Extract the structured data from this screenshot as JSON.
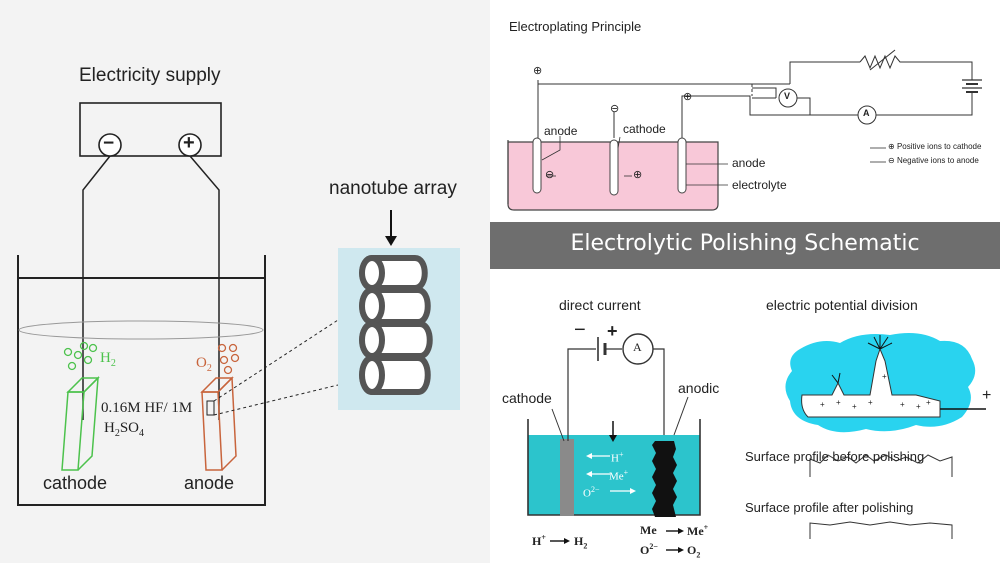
{
  "left_panel": {
    "supply_label": "Electricity supply",
    "minus_symbol": "−",
    "plus_symbol": "+",
    "nanotube_label": "nanotube array",
    "h2_label": "H",
    "h2_sub": "2",
    "o2_label": "O",
    "o2_sub": "2",
    "electrolyte_line1": "0.16M HF/ 1M",
    "electrolyte_line2_a": "H",
    "electrolyte_line2_sub1": "2",
    "electrolyte_line2_b": "SO",
    "electrolyte_line2_sub2": "4",
    "cathode_label": "cathode",
    "anode_label": "anode",
    "colors": {
      "background": "#f3f3f3",
      "cathode": "#4cc24c",
      "anode": "#c8643c",
      "nanotube_bg": "#cfe8ef"
    }
  },
  "top_right": {
    "title": "Electroplating Principle",
    "plus_marker": "⊕",
    "minus_marker": "⊖",
    "anode_left_label": "anode",
    "cathode_label": "cathode",
    "anode_right_label": "anode",
    "electrolyte_label": "electrolyte",
    "voltmeter": "V",
    "ammeter": "A",
    "legend_positive": "Positive ions to cathode",
    "legend_negative": "Negative ions to anode",
    "colors": {
      "bath": "#f8c8d8"
    }
  },
  "banner": {
    "title": "Electrolytic Polishing Schematic",
    "color": "#6e6e6e"
  },
  "bottom_left": {
    "dc_label": "direct current",
    "minus": "−",
    "plus": "+",
    "ammeter": "A",
    "cathode_label": "cathode",
    "anodic_label": "anodic",
    "ion_h": "H",
    "ion_h_sup": "+",
    "ion_me": "Me",
    "ion_me_sup": "+",
    "ion_o": "O",
    "ion_o_sup": "2−",
    "reaction_h_left": "H",
    "reaction_h_left_sup": "+",
    "reaction_h_right": "H",
    "reaction_h_right_sub": "2",
    "reaction_me_left": "Me",
    "reaction_me_right": "Me",
    "reaction_me_right_sup": "+",
    "reaction_o_left": "O",
    "reaction_o_left_sup": "2−",
    "reaction_o_right": "O",
    "reaction_o_right_sub": "2",
    "colors": {
      "bath": "#2cc4cc"
    }
  },
  "bottom_right": {
    "title": "electric potential division",
    "plus": "+",
    "before_label": "Surface profile before polishing",
    "after_label": "Surface profile after polishing",
    "colors": {
      "cloud": "#29d3ef"
    }
  }
}
